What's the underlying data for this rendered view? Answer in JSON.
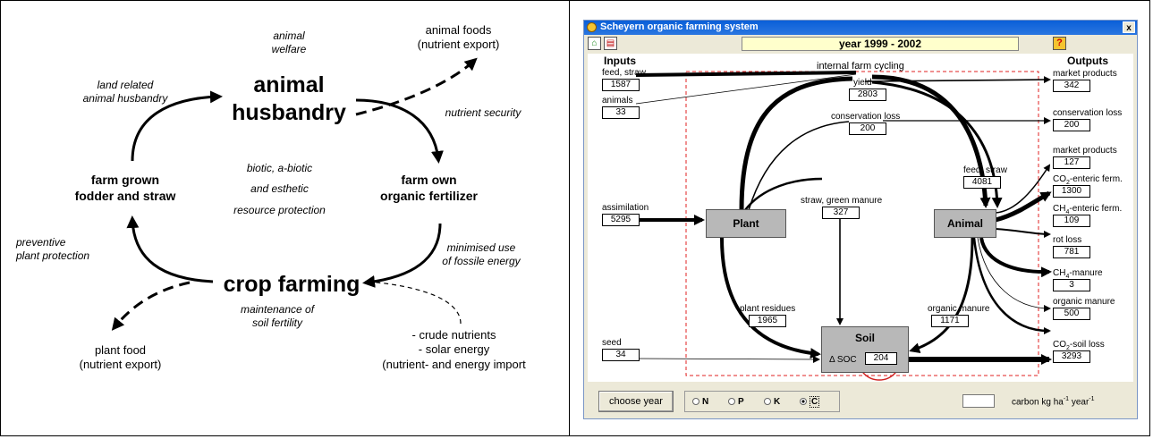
{
  "left_diagram": {
    "animal_welfare": "animal\nwelfare",
    "animal_foods": "animal foods\n(nutrient export)",
    "land_related": "land related\nanimal husbandry",
    "animal_husbandry": "animal\nhusbandry",
    "nutrient_security": "nutrient security",
    "farm_grown": "farm grown\nfodder and straw",
    "center_text": "biotic, a-biotic\nand esthetic\nresource protection",
    "farm_own": "farm own\norganic fertilizer",
    "preventive": "preventive\nplant protection",
    "minimised": "minimised use\nof  fossile energy",
    "crop_farming": "crop farming",
    "maintenance": "maintenance of\nsoil  fertility",
    "imports": "- crude nutrients\n- solar energy\n(nutrient- and energy import",
    "plant_food": "plant food\n(nutrient export)"
  },
  "window": {
    "title": "Scheyern organic farming system",
    "close": "x",
    "year": "year 1999 - 2002",
    "help": "?",
    "headers": {
      "inputs": "Inputs",
      "outputs": "Outputs",
      "cycling": "internal farm cycling"
    },
    "inputs": [
      {
        "label": "feed, straw",
        "value": "1587"
      },
      {
        "label": "animals",
        "value": "33"
      },
      {
        "label": "assimilation",
        "value": "5295"
      },
      {
        "label": "seed",
        "value": "34"
      }
    ],
    "internal": [
      {
        "label": "yield",
        "value": "2803"
      },
      {
        "label": "conservation loss",
        "value": "200"
      },
      {
        "label": "feed, straw",
        "value": "4081"
      },
      {
        "label": "straw, green manure",
        "value": "327"
      },
      {
        "label": "plant residues",
        "value": "1965"
      },
      {
        "label": "organic manure",
        "value": "1171"
      }
    ],
    "nodes": {
      "plant": "Plant",
      "animal": "Animal",
      "soil": "Soil",
      "delta_soc": "Δ SOC",
      "soc_value": "204"
    },
    "outputs": [
      {
        "label": "market products",
        "value": "342"
      },
      {
        "label": "conservation loss",
        "value": "200"
      },
      {
        "label": "market products",
        "value": "127"
      },
      {
        "label": "CO2-enteric ferm.",
        "value": "1300"
      },
      {
        "label": "CH4-enteric ferm.",
        "value": "109"
      },
      {
        "label": "rot loss",
        "value": "781"
      },
      {
        "label": "CH4-manure",
        "value": "3"
      },
      {
        "label": "organic manure",
        "value": "500"
      },
      {
        "label": "CO2-soil loss",
        "value": "3293"
      }
    ],
    "bottom": {
      "choose_year": "choose year",
      "radios": [
        "N",
        "P",
        "K",
        "C"
      ],
      "selected": "C",
      "unit": "carbon kg ha-1 year-1"
    }
  }
}
